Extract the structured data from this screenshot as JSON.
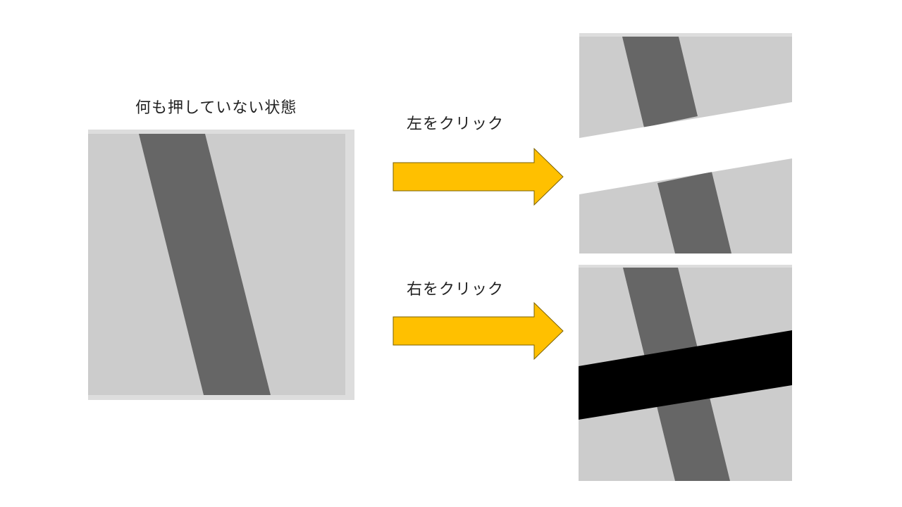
{
  "labels": {
    "initial": "何も押していない状態",
    "left_click": "左をクリック",
    "right_click": "右をクリック"
  },
  "colors": {
    "background": "#ffffff",
    "panel_frame": "#dddddd",
    "panel_fill": "#cccccc",
    "bar": "#666666",
    "left_click_band": "#ffffff",
    "right_click_band": "#000000",
    "arrow_fill": "#ffc000",
    "arrow_stroke": "#7a6000"
  },
  "icons": {
    "arrow": "right-arrow-icon"
  }
}
